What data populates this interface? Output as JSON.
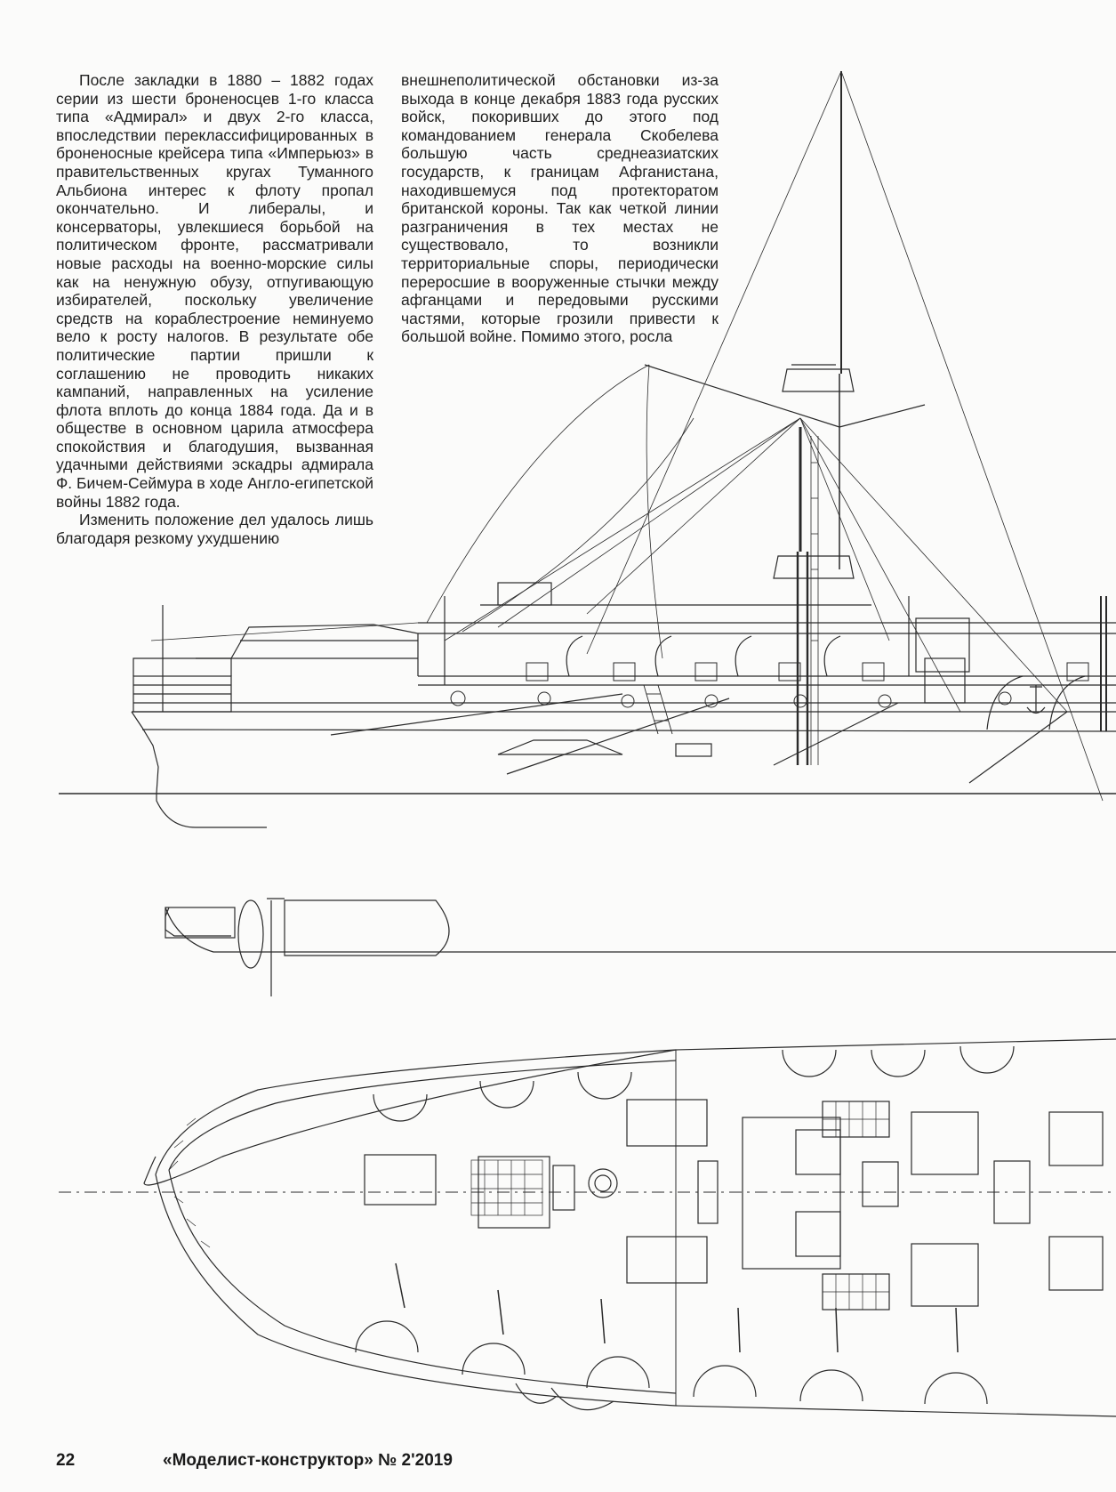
{
  "article": {
    "column_left": [
      "После закладки в 1880 – 1882 годах серии из шести броненосцев 1-го класса типа «Адмирал» и двух 2-го класса, впоследствии переклассифицированных в броненосные крейсера типа «Имперьюз» в правительственных кругах Туманного Альбиона интерес к флоту пропал окончательно. И либералы, и консерваторы, увлекшиеся борьбой на политическом фронте, рассматривали новые расходы на военно-морские силы как на ненужную обузу, отпугивающую избирателей, поскольку увеличение средств на кораблестроение неминуемо вело к росту налогов. В результате обе политические партии пришли к соглашению не проводить никаких кампаний, направленных на усиление флота вплоть до конца 1884 года. Да и в обществе в основном царила атмосфера спокойствия и благодушия, вызванная удачными действиями эскадры адмирала Ф. Бичем-Сеймура в ходе Англо-египетской войны 1882 года.",
      "Изменить положение дел удалось лишь благодаря резкому ухудшению"
    ],
    "column_right": [
      "внешнеполитической обстановки из-за выхода в конце декабря 1883 года русских войск, покоривших до этого под командованием генерала Скобелева большую часть среднеазиатских государств, к границам Афганистана, находившемуся под протекторатом британской короны. Так как четкой линии разграничения в тех местах не существовало, то возникли территориальные споры, периодически переросшие в вооруженные стычки между афганцами и передовыми русскими частями, которые грозили привести к большой войне. Помимо этого, росла"
    ]
  },
  "footer": {
    "page_number": "22",
    "magazine": "«Моделист-конструктор» № 2'2019"
  }
}
